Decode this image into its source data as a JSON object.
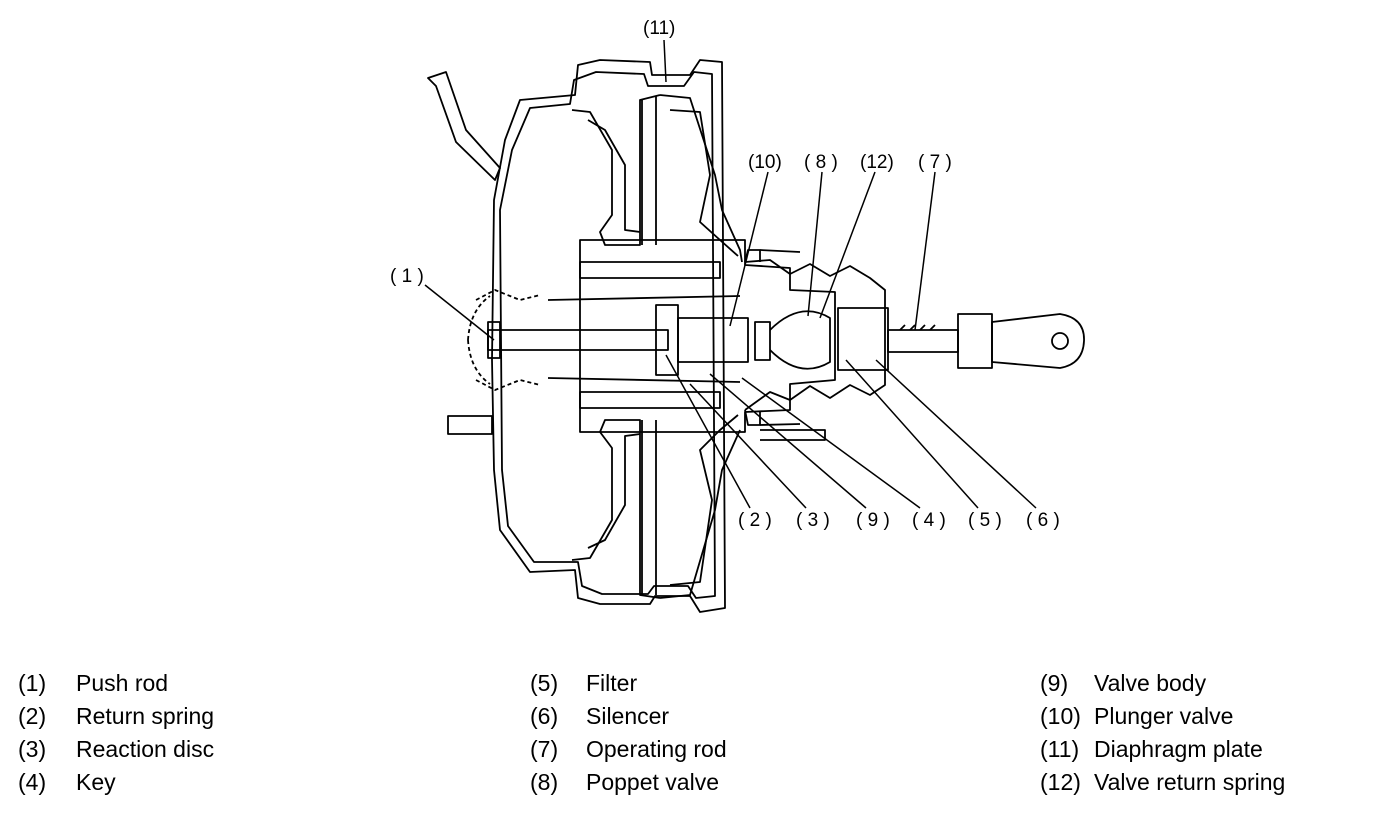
{
  "callouts": {
    "c1": "( 1 )",
    "c2": "( 2 )",
    "c3": "( 3 )",
    "c4": "( 4 )",
    "c5": "( 5 )",
    "c6": "( 6 )",
    "c7": "( 7 )",
    "c8": "( 8 )",
    "c9": "( 9 )",
    "c10": "(10)",
    "c11": "(11)",
    "c12": "(12)"
  },
  "legend": {
    "col1": [
      {
        "num": "(1)",
        "label": "Push rod"
      },
      {
        "num": "(2)",
        "label": "Return spring"
      },
      {
        "num": "(3)",
        "label": "Reaction disc"
      },
      {
        "num": "(4)",
        "label": "Key"
      }
    ],
    "col2": [
      {
        "num": "(5)",
        "label": "Filter"
      },
      {
        "num": "(6)",
        "label": "Silencer"
      },
      {
        "num": "(7)",
        "label": "Operating rod"
      },
      {
        "num": "(8)",
        "label": "Poppet valve"
      }
    ],
    "col3": [
      {
        "num": "(9)",
        "label": "Valve body"
      },
      {
        "num": "(10)",
        "label": "Plunger valve"
      },
      {
        "num": "(11)",
        "label": "Diaphragm plate"
      },
      {
        "num": "(12)",
        "label": "Valve return spring"
      }
    ]
  }
}
